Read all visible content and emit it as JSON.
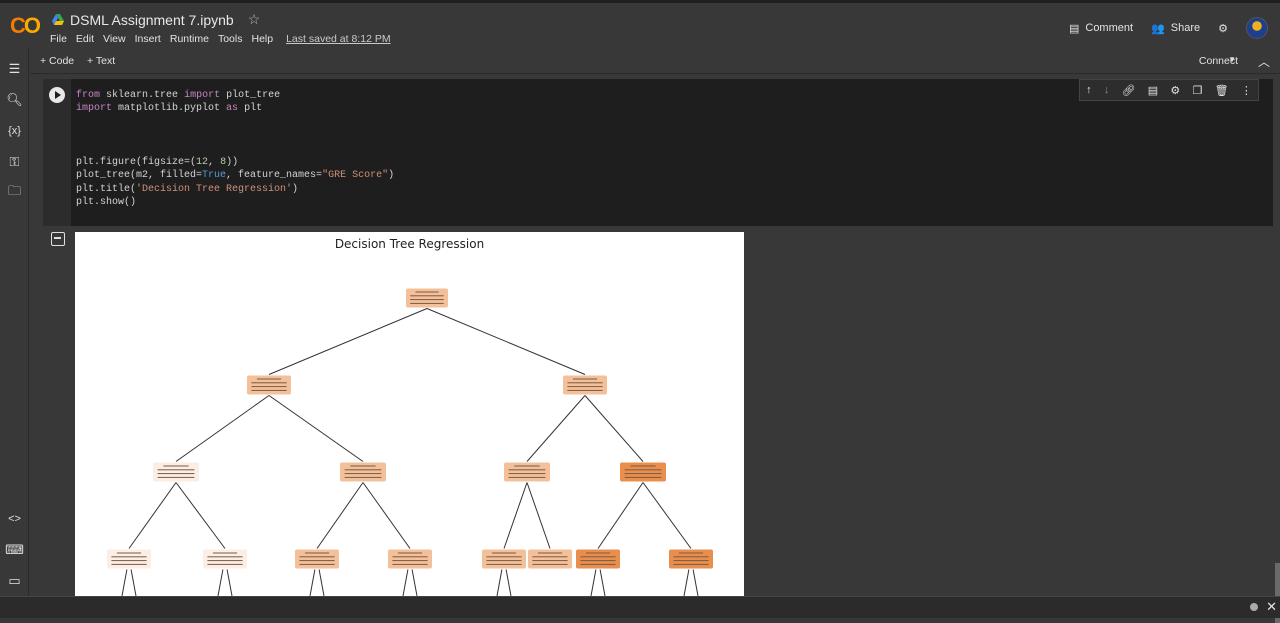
{
  "app": {
    "logo_text": "CO",
    "notebook_title": "DSML Assignment 7.ipynb",
    "star_icon": "star-icon",
    "menu": [
      "File",
      "Edit",
      "View",
      "Insert",
      "Runtime",
      "Tools",
      "Help"
    ],
    "saved_text": "Last saved at 8:12 PM",
    "comment_label": "Comment",
    "share_label": "Share"
  },
  "toolbar": {
    "code_label": "+ Code",
    "text_label": "+ Text",
    "connect_label": "Connect"
  },
  "cell": {
    "code_lines": [
      "from sklearn.tree import plot_tree",
      "import matplotlib.pyplot as plt",
      "",
      "",
      "",
      "plt.figure(figsize=(12, 8))",
      "plot_tree(m2, filled=True, feature_names=\"GRE Score\")",
      "plt.title('Decision Tree Regression')",
      "plt.show()"
    ]
  },
  "chart_data": {
    "type": "tree",
    "title": "Decision Tree Regression",
    "colors": {
      "light": "#fbeee4",
      "mid": "#f4c09a",
      "dark": "#ea8e4e",
      "edge": "#333333"
    }
  }
}
